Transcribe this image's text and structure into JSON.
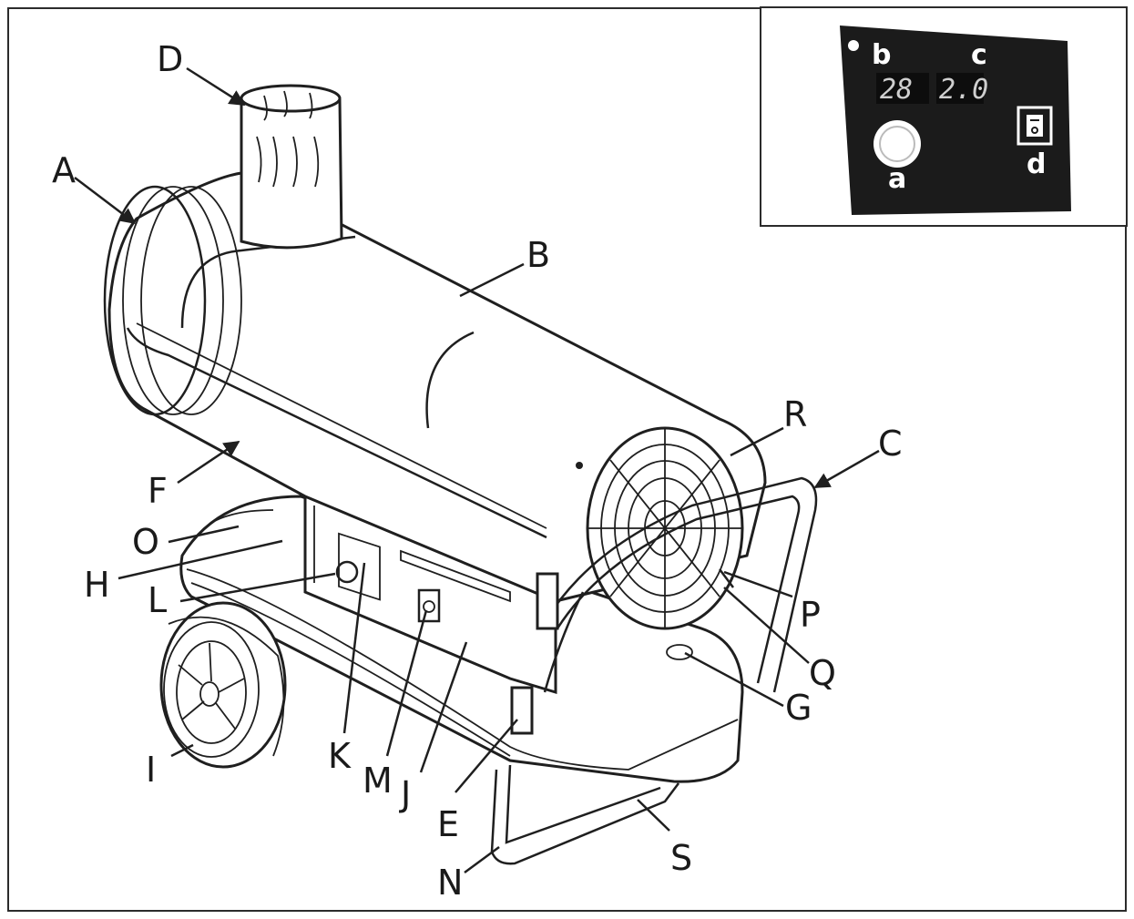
{
  "parts": [
    "A",
    "B",
    "C",
    "D",
    "E",
    "F",
    "G",
    "H",
    "I",
    "J",
    "K",
    "L",
    "M",
    "N",
    "O",
    "P",
    "Q",
    "R",
    "S"
  ],
  "inset": {
    "labels": {
      "knob": "a",
      "display_left": "b",
      "display_right": "c",
      "switch": "d"
    },
    "display_left_value": "28",
    "display_right_value": "2.0",
    "panel_color": "#1b1b1b"
  }
}
